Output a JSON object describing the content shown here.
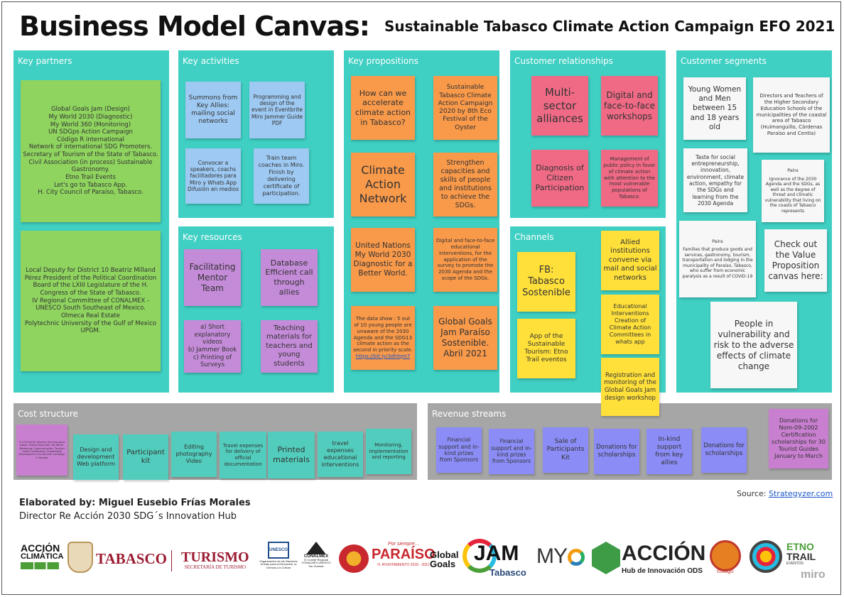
{
  "header": {
    "title": "Business Model Canvas:",
    "subtitle": "Sustainable Tabasco Climate Action Campaign EFO 2021"
  },
  "sections": {
    "key_partners": "Key partners",
    "key_activities": "Key activities",
    "key_propositions": "Key propositions",
    "customer_relationships": "Customer relationships",
    "customer_segments": "Customer segments",
    "key_resources": "Key resources",
    "channels": "Channels",
    "cost_structure": "Cost structure",
    "revenue_streams": "Revenue streams"
  },
  "notes": {
    "kp1": "Global Goals Jam (Design)\nMy World 2030 (Diagnostic)\nMy World 360 (Monitoring)\nUN SDGps Action Campaign\nCódigo R international\nNetwork of international SDG Promoters.\nSecretary of Tourism of the State of Tabasco.\nCivil Association (in process) Sustainable Gastronomy.\nEtno Trail Events\nLet's go to Tabasco App.\nH. City Council of Paraíso, Tabasco.",
    "kp2": "Local Deputy for District 10 Beatriz Milland Pérez President of the Political Coordination Board of the LXIII Legislature of the H. Congress of the State of Tabasco.\nIV Regional Committee of CONALMEX - UNESCO South Southeast of Mexico.\nOlmeca Real Estate\nPolytechnic University of the Gulf of Mexico UPGM.",
    "ka1": "Summons from Key Allies: mailing social networks",
    "ka2": "Programming and design of the event in Eventbrite Miro Jammer Guide PDF",
    "ka3": "Convocar a speakers, coachs facilitadores para Miro y Whats App Difusión en medios",
    "ka4": "Train team coaches in Miro. Finish by delivering certificate of participation.",
    "kr1": "Facilitating Mentor Team",
    "kr2": "Database Efficient call through allies",
    "kr3": "a) Short explanatory videos\nb) Jammer Book\nc) Printing of Surveys",
    "kr4": "Teaching materials for teachers and young students",
    "vp1": "How can we accelerate climate action in Tabasco?",
    "vp2": "Sustainable Tabasco Climate Action Campaign 2020 by 8th Eco Festival of the Oyster",
    "vp3": "Climate Action Network",
    "vp4": "Strengthen capacities and skills of people and institutions to achieve the SDGs.",
    "vp5": "United Nations My World 2030 Diagnostic for a Better World.",
    "vp6": "Digital and face-to-face educational interventions, for the application of the survey to promote the 2030 Agenda and the scope of the SDGs.",
    "vp7": "The data show : 5 out of 10 young people are unaware of the 2030 Agenda and the SDG13 climate action as the second in priority scale.",
    "vp7_link": "https://bit.ly/3dhfqm7",
    "vp8": "Global Goals Jam Paraíso Sostenible. Abril 2021",
    "cr1": "Multi-sector alliances",
    "cr2": "Digital and face-to-face workshops",
    "cr3": "Diagnosis of Citizen Participation",
    "cr4": "Management of public policy in favor of climate action with attention to the most vulnerable populations of Tabasco.",
    "ch1": "FB: Tabasco Sostenible",
    "ch2": "Allied institutions convene via mail and social networks",
    "ch3": "Educational Interventions Creation of Climate Action Committees in whats app",
    "ch4": "App of the Sustainable Tourism: Etno Trail eventos",
    "ch5": "Registration and monitoring of the Global Goals Jam design workshop",
    "cs1": "Young Women and Men between 15 and 18 years old",
    "cs2": "Directors and Teachers of the Higher Secondary Education Schools of the municipalities of the coastal area of Tabasco (Huimanguillo, Cárdenas Paraíso and Centla)",
    "cs3": "Taste for social entrepreneurship, innovation, environment, climate action, empathy for the SDGs and learning from the 2030 Agenda",
    "cs4_title": "Pains",
    "cs4": "Ignorance of the 2030 Agenda and the SDGs, as well as the degree of threat and climatic vulnerability that living on the coasts of Tabasco represents",
    "cs5_title": "Pains",
    "cs5": "Families that produce goods and services, gastronomy, tourism, transportation and lodging in the municipality of Paraíso, Tabasco, who suffer from economic paralysis as a result of COVID-19",
    "cs6": "Check out the Value Proposition canvas here:",
    "cs7": "People in vulnerability and risk to the adverse effects of climate change",
    "co1": "$ 175,000.00 Seventy five thousand pesos: Global Goals Jam, My World, Mentoring, Communication, Tourism Guide Certification, Sustainable Development, Eco-tourism campaign in Paraíso",
    "co2": "Design and development Web platform",
    "co3": "Participant kit",
    "co4": "Editing photography Video",
    "co5": "Travel expenses for delivery of official documentation",
    "co6": "Printed materials",
    "co7": "travel expenses educational interventions",
    "co8": "Monitoring, implementation and reporting",
    "rs1": "Financial support and in-kind prizes from Sponsors",
    "rs2": "Financial support and in-kind prizes from Sponsors",
    "rs3": "Sale of Participants Kit",
    "rs4": "Donations for scholarships",
    "rs5": "In-kind support from key allies",
    "rs6": "Donations for scholarships",
    "rs7": "Donations for Nom-09-2002 Certification scholarships for 30 Tourist Guides January to March"
  },
  "footer": {
    "elaborated": "Elaborated by: Miguel Eusebio Frías Morales",
    "role": "Director Re Acción 2030 SDG´s Innovation Hub",
    "source_label": "Source:",
    "source_link": "Strategyzer.com"
  },
  "logos": {
    "accion1": "ACCIÓN",
    "accion2": "CLIMÁTICA",
    "tabasco": "TABASCO",
    "turismo": "TURISMO",
    "turismo_sub": "SECRETARÍA DE TURISMO",
    "unesco": "UNESCO",
    "unesco_sub": "Organización de las Naciones Unidas para la Educación, la Ciencia y la Cultura",
    "conalmex": "CONALMEX",
    "conalmex_sub": "IV Comité Regional CONALMEX-UNESCO Sur-Sureste",
    "paraiso_top": "Por siempre...",
    "paraiso": "PARAÍSO",
    "paraiso_sub": "H. AYUNTAMIENTO 2018 - 2021",
    "gg1": "Global",
    "gg2": "Goals",
    "jam": "JAM",
    "jam_sub": "Tabasco",
    "myw": "MY",
    "accion_ods": "ACCIÓN",
    "accion_ods_sub": "Hub de Innovación ODS",
    "codigo": "código",
    "etno": "ETNO",
    "trail": "TRAIL",
    "eventos": "EVENTOS",
    "miro": "miro"
  },
  "colors": {
    "section": "#3fcfc3",
    "gray": "#a6a6a6",
    "green": "#8fd45f",
    "blue": "#9ec9f2",
    "orange": "#f9994a",
    "pink": "#f06a86",
    "purple": "#c48bd8",
    "yellow": "#ffe03a",
    "indigo": "#8b8cf6"
  }
}
